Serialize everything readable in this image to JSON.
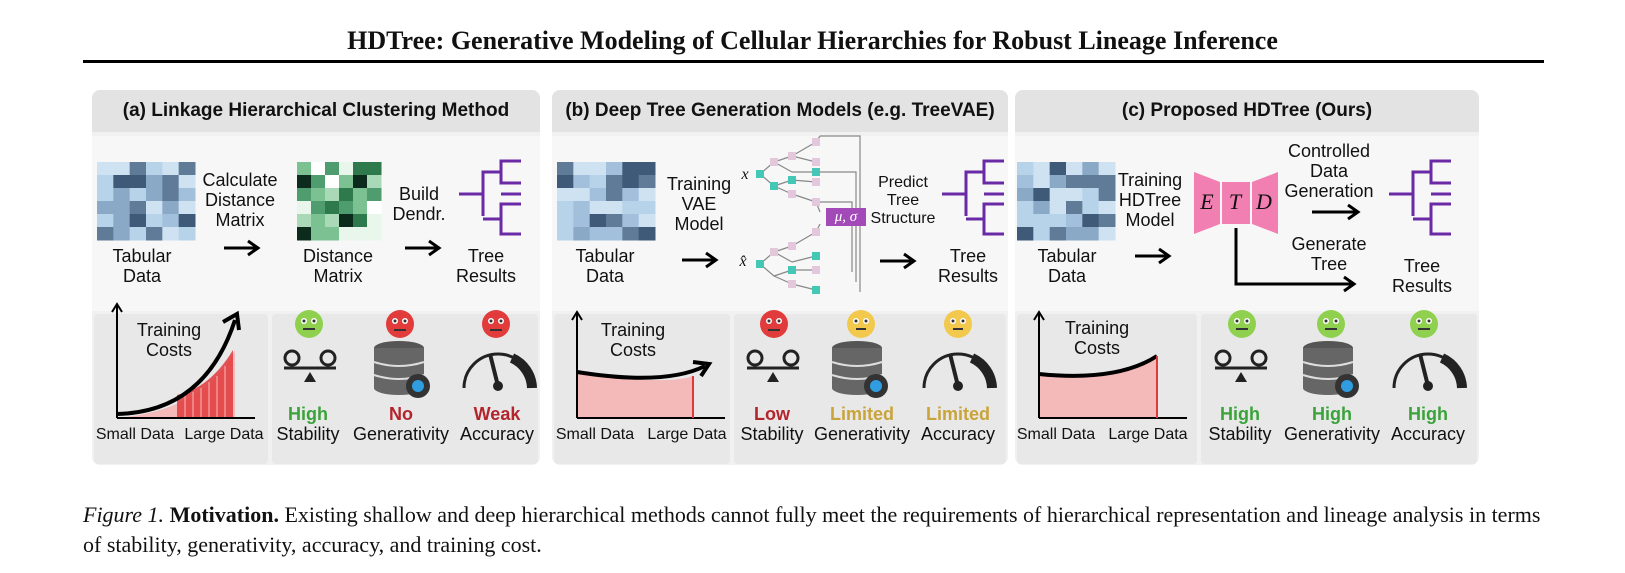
{
  "title": "HDTree: Generative Modeling of Cellular Hierarchies for Robust Lineage Inference",
  "panels": {
    "a": {
      "header": "(a) Linkage Hierarchical Clustering Method",
      "step1": "Calculate\nDistance\nMatrix",
      "step2": "Build\nDendr.",
      "tabular": "Tabular\nData",
      "distance": "Distance\nMatrix",
      "tree": "Tree\nResults",
      "cost_label": "Training\nCosts",
      "x_small": "Small Data",
      "x_large": "Large Data",
      "metrics": [
        {
          "status": "High",
          "name": "Stability",
          "color": "#3aa33a",
          "face": "good"
        },
        {
          "status": "No",
          "name": "Generativity",
          "color": "#b3242c",
          "face": "bad"
        },
        {
          "status": "Weak",
          "name": "Accuracy",
          "color": "#b3242c",
          "face": "bad"
        }
      ]
    },
    "b": {
      "header": "(b) Deep Tree Generation Models (e.g. TreeVAE)",
      "step1": "Training\nVAE\nModel",
      "step2": "Predict\nTree\nStructure",
      "tabular": "Tabular\nData",
      "tree": "Tree\nResults",
      "x_sym": "x",
      "xhat_sym": "x̂",
      "musigma": "μ, σ",
      "cost_label": "Training\nCosts",
      "x_small": "Small Data",
      "x_large": "Large Data",
      "metrics": [
        {
          "status": "Low",
          "name": "Stability",
          "color": "#b3242c",
          "face": "bad"
        },
        {
          "status": "Limited",
          "name": "Generativity",
          "color": "#c8a43a",
          "face": "neutral"
        },
        {
          "status": "Limited",
          "name": "Accuracy",
          "color": "#c8a43a",
          "face": "neutral"
        }
      ]
    },
    "c": {
      "header": "(c) Proposed HDTree (Ours)",
      "step1": "Training\nHDTree\nModel",
      "gen_data": "Controlled\nData\nGeneration",
      "gen_tree": "Generate\nTree",
      "tabular": "Tabular\nData",
      "tree": "Tree\nResults",
      "E": "E",
      "T": "T",
      "D": "D",
      "cost_label": "Training\nCosts",
      "x_small": "Small Data",
      "x_large": "Large Data",
      "metrics": [
        {
          "status": "High",
          "name": "Stability",
          "color": "#3aa33a",
          "face": "good"
        },
        {
          "status": "High",
          "name": "Generativity",
          "color": "#3aa33a",
          "face": "good"
        },
        {
          "status": "High",
          "name": "Accuracy",
          "color": "#3aa33a",
          "face": "good"
        }
      ]
    }
  },
  "caption": {
    "fig": "Figure 1.",
    "bold": "Motivation.",
    "text": " Existing shallow and deep hierarchical methods cannot fully meet the requirements of hierarchical representation and lineage analysis in terms of stability, generativity, accuracy, and training cost."
  },
  "colors": {
    "tree": "#6a2aa5",
    "accent_pink": "#f27fb2",
    "curve_fill": "#f4b9b9",
    "curve_fill_dark": "#e0383b"
  }
}
